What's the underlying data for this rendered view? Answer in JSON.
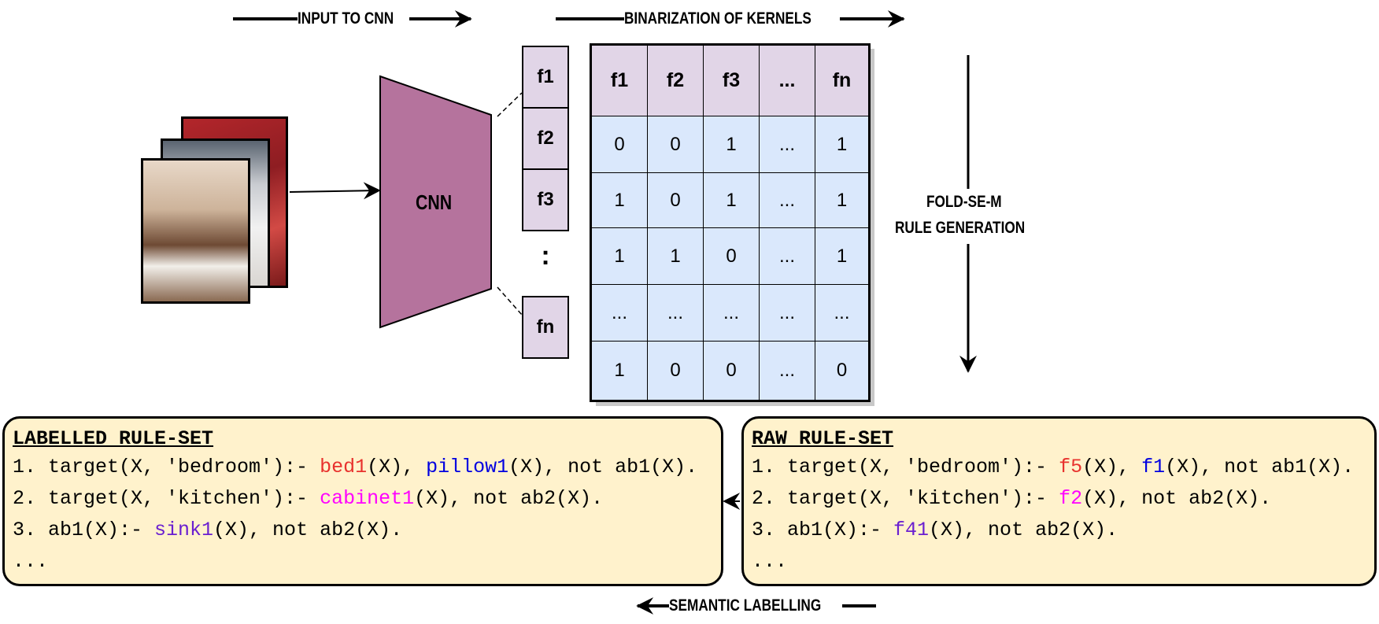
{
  "flow_labels": {
    "input": "INPUT TO CNN",
    "binarization": "BINARIZATION OF KERNELS",
    "fold_line1": "FOLD-SE-M",
    "fold_line2": "RULE GENERATION",
    "semantic": "SEMANTIC LABELLING"
  },
  "cnn_label": "CNN",
  "filters": [
    "f1",
    "f2",
    "f3",
    ":",
    "fn"
  ],
  "table": {
    "headers": [
      "f1",
      "f2",
      "f3",
      "...",
      "fn"
    ],
    "rows": [
      [
        "0",
        "0",
        "1",
        "...",
        "1"
      ],
      [
        "1",
        "0",
        "1",
        "...",
        "1"
      ],
      [
        "1",
        "1",
        "0",
        "...",
        "1"
      ],
      [
        "...",
        "...",
        "...",
        "...",
        "..."
      ],
      [
        "1",
        "0",
        "0",
        "...",
        "0"
      ]
    ]
  },
  "colors": {
    "cnn_fill": "#b5739d",
    "header_fill": "#e1d5e7",
    "cell_fill": "#dae8fc",
    "ruleset_fill": "#fff2cc",
    "red": "#e8322d",
    "blue": "#0000e0",
    "magenta": "#ff00ff",
    "purple": "#6a1fd0"
  },
  "labelled": {
    "title": "LABELLED RULE-SET",
    "r1": {
      "a": "1. target(X, 'bedroom'):- ",
      "p1": "bed1",
      "b": "(X), ",
      "p2": "pillow1",
      "c": "(X), not ab1(X)."
    },
    "r2": {
      "a": "2. target(X, 'kitchen'):- ",
      "p1": "cabinet1",
      "b": "(X), not ab2(X)."
    },
    "r3": {
      "a": "3. ab1(X):- ",
      "p1": "sink1",
      "b": "(X), not ab2(X)."
    },
    "more": "..."
  },
  "raw": {
    "title": "RAW RULE-SET",
    "r1": {
      "a": "1. target(X, 'bedroom'):- ",
      "p1": "f5",
      "b": "(X), ",
      "p2": "f1",
      "c": "(X), not ab1(X)."
    },
    "r2": {
      "a": "2. target(X, 'kitchen'):- ",
      "p1": "f2",
      "b": "(X), not ab2(X)."
    },
    "r3": {
      "a": "3. ab1(X):- ",
      "p1": "f41",
      "b": "(X), not ab2(X)."
    },
    "more": "..."
  }
}
